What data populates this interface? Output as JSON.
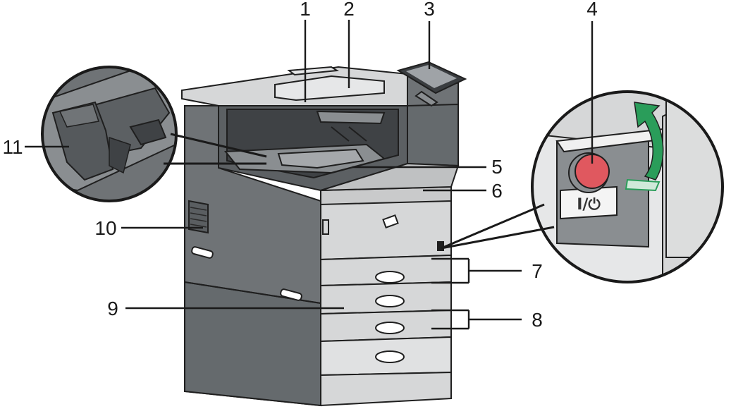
{
  "figure": {
    "callouts": [
      "1",
      "2",
      "3",
      "4",
      "5",
      "6",
      "7",
      "8",
      "9",
      "10",
      "11"
    ],
    "power_switch_label": "I/⏻"
  },
  "colors": {
    "body_dark": "#6f7376",
    "body_mid": "#8a8e91",
    "panel_light": "#d6d7d8",
    "panel_lighter": "#e6e7e8",
    "outline": "#1f1f1f",
    "power_button": "#e0585f",
    "arrow_green": "#2a9d5a"
  }
}
